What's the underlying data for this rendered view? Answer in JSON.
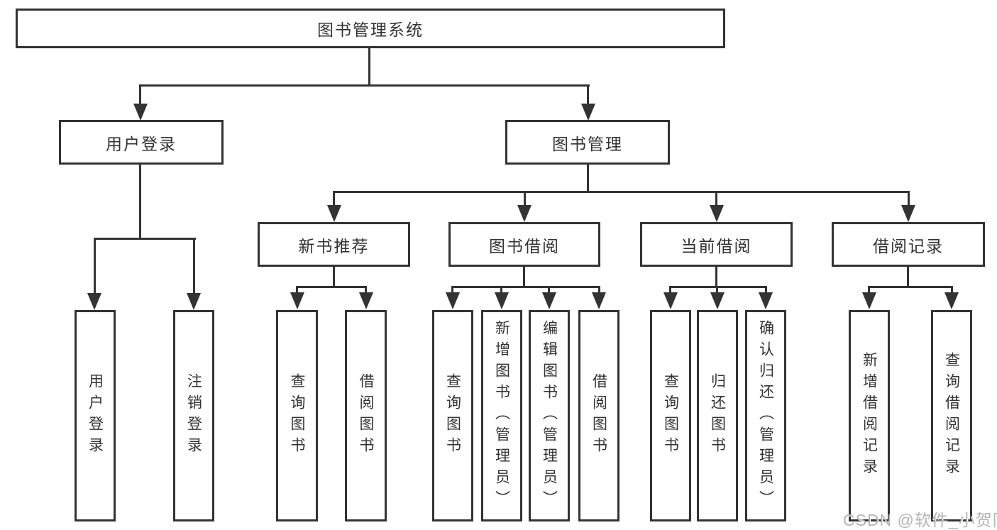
{
  "diagram": {
    "root": {
      "label": "图书管理系统"
    },
    "level2": [
      {
        "label": "用户登录"
      },
      {
        "label": "图书管理"
      }
    ],
    "level3": [
      {
        "label": "新书推荐"
      },
      {
        "label": "图书借阅"
      },
      {
        "label": "当前借阅"
      },
      {
        "label": "借阅记录"
      }
    ],
    "leaves": {
      "login": [
        {
          "label": "用户登录"
        },
        {
          "label": "注销登录"
        }
      ],
      "recommend": [
        {
          "label": "查询图书"
        },
        {
          "label": "借阅图书"
        }
      ],
      "borrow": [
        {
          "label": "查询图书"
        },
        {
          "label": "新增图书（管理员）"
        },
        {
          "label": "编辑图书（管理员）"
        },
        {
          "label": "借阅图书"
        }
      ],
      "current": [
        {
          "label": "查询图书"
        },
        {
          "label": "归还图书"
        },
        {
          "label": "确认归还（管理员）"
        }
      ],
      "records": [
        {
          "label": "新增借阅记录"
        },
        {
          "label": "查询借阅记录"
        }
      ]
    }
  },
  "watermark": {
    "text": "CSDN @软件_小贺同学"
  },
  "colors": {
    "line": "#333333",
    "text": "#333333",
    "watermark": "#b5b5b5",
    "background": "#ffffff"
  }
}
